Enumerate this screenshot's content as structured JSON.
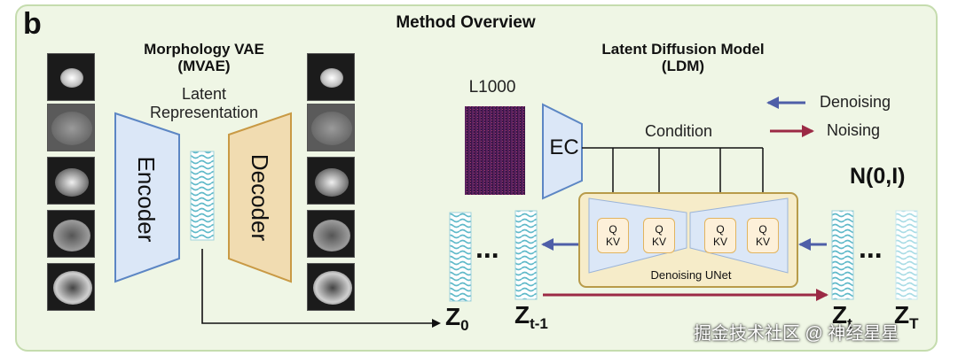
{
  "figure": {
    "panel_letter": "b",
    "title": "Method Overview",
    "mvae": {
      "title": "Morphology VAE",
      "abbr": "(MVAE)",
      "latent_line1": "Latent",
      "latent_line2": "Representation",
      "encoder": "Encoder",
      "decoder": "Decoder"
    },
    "ldm": {
      "title": "Latent Diffusion Model",
      "abbr": "(LDM)",
      "l1000": "L1000",
      "ec": "EC",
      "condition": "Condition",
      "unet_label": "Denoising UNet",
      "qkv_q": "Q",
      "qkv_kv": "KV",
      "noise": "N(0,I)",
      "ellipsis": "..."
    },
    "legend": {
      "denoising": "Denoising",
      "noising": "Noising"
    },
    "latents": {
      "z0": {
        "main": "Z",
        "sub": "0"
      },
      "zt1": {
        "main": "Z",
        "sub": "t-1"
      },
      "zt": {
        "main": "Z",
        "sub": "t"
      },
      "zT": {
        "main": "Z",
        "sub": "T"
      }
    },
    "watermark": "掘金技术社区 @ 神经星星"
  },
  "colors": {
    "panel_bg": "#eff6e5",
    "panel_border": "#c5dcae",
    "encoder": "#dbe7f7",
    "encoder_border": "#5c86c4",
    "decoder": "#f1dcb1",
    "decoder_border": "#c99a45",
    "unet_box": "#f6ecc9",
    "unet_border": "#b89b4a",
    "denoise_arrow": "#4e5ea8",
    "noise_arrow": "#9b2a45",
    "latent_stripe": "#5fb9c9"
  }
}
